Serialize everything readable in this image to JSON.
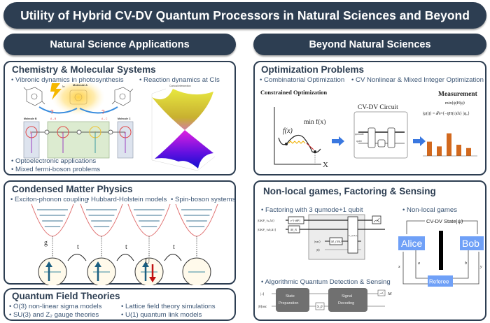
{
  "title": "Utility of Hybrid CV-DV Quantum Processors in Natural Sciences and Beyond",
  "left_column": {
    "header": "Natural Science Applications",
    "chemistry": {
      "title": "Chemistry & Molecular Systems",
      "bullets": [
        "• Vibronic dynamics in photosynthesis",
        "• Reaction dynamics at CIs",
        "• Optoelectronic applications",
        "• Mixed fermi-boson problems"
      ],
      "figure": {
        "molecule_a": "Molecule A",
        "molecule_b": "Molecule B",
        "molecule_c": "Molecule C",
        "question_mark": "?",
        "transfer_ab": "A→B",
        "transfer_ac": "A→C",
        "site_labels": [
          "b",
          "a",
          "l",
          "c"
        ],
        "light_label": "hν",
        "surface_title": "Conical intersection"
      }
    },
    "condensed_matter": {
      "title": "Condensed Matter Physics",
      "bullets": [
        "• Exciton-phonon coupling",
        "• Hubbard-Holstein models",
        "• Spin-boson systems"
      ],
      "figure": {
        "coupling_label": "g",
        "hopping_label": "t",
        "interaction_label": "U"
      }
    },
    "qft": {
      "title": "Quantum Field Theories",
      "bullets": [
        "• O(3) non-linear sigma models",
        "• SU(3) and Z₂ gauge theories",
        "• Lattice field theory simulations",
        "• U(1) quantum link models"
      ]
    }
  },
  "right_column": {
    "header": "Beyond Natural Sciences",
    "optimization": {
      "title": "Optimization Problems",
      "bullets": [
        "• Combinatorial Optimization",
        "• CV Nonlinear & Mixed Integer Optimization"
      ],
      "figure": {
        "constrained_label": "Constrained Optimization",
        "min_label": "min f(x)",
        "fx_label": "f(x)",
        "x_axis": "X",
        "circuit_label": "CV-DV Circuit",
        "qumode_label": "qumode",
        "qubit_label": "qubit",
        "measurement_label": "Measurement",
        "min_psi_label": "min⟨ψ|H|ψ⟩",
        "evolution_label": "|ψ(t)⟩ = 𝒯e^{−i∫H(τ)dτ} |ψ₀⟩",
        "bar_values": [
          0.6,
          0.4,
          0.95,
          0.47,
          0.33
        ],
        "bar_color": "#d2691e"
      }
    },
    "nonlocal": {
      "title": "Non-local games, Factoring & Sensing",
      "bullets": [
        "• Factoring with 3 qumode+1 qubit",
        "• Non-local games",
        "• Algorithmic Quantum Detection & Sensing"
      ],
      "factoring": {
        "inputs": [
          "|GKP_{s,Δ}⟩",
          "|GKP_{s0,Δ}⟩",
          "|vac⟩",
          "|0⟩"
        ],
        "gate_1": "e^{-iθP}",
        "gate_2": "M_N",
        "gate_3": "M_{N0}",
        "big_gate": "U_{a,N,m}"
      },
      "game": {
        "state_label": "CV-DV State|ψ⟩",
        "alice": "Alice",
        "bob": "Bob",
        "referee": "Referee",
        "a": "a",
        "b": "b",
        "x": "x",
        "y": "y",
        "box_color": "#6fa0f7"
      },
      "sensing": {
        "inputs": [
          "|↓⟩",
          "|0⟩osc"
        ],
        "state_prep": [
          "State",
          "Preparation"
        ],
        "signal_decoding": [
          "Signal",
          "Decoding"
        ],
        "s_gate": "S_β",
        "m_label": "M"
      }
    }
  }
}
